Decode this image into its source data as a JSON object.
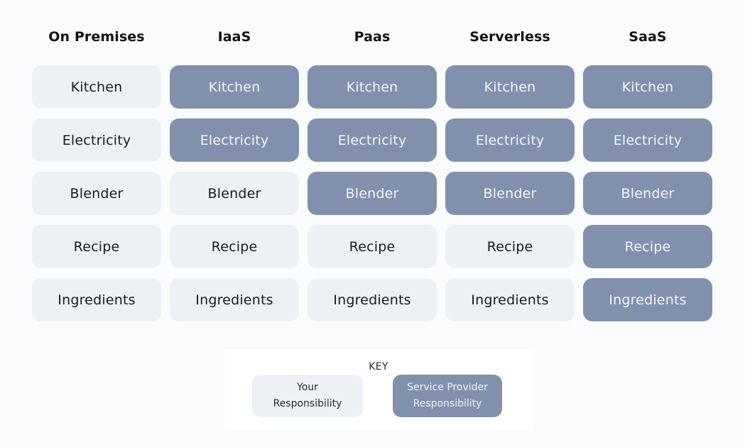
{
  "columns": [
    {
      "header": "On Premises",
      "cells": [
        {
          "label": "Kitchen",
          "owner": "user"
        },
        {
          "label": "Electricity",
          "owner": "user"
        },
        {
          "label": "Blender",
          "owner": "user"
        },
        {
          "label": "Recipe",
          "owner": "user"
        },
        {
          "label": "Ingredients",
          "owner": "user"
        }
      ]
    },
    {
      "header": "IaaS",
      "cells": [
        {
          "label": "Kitchen",
          "owner": "provider"
        },
        {
          "label": "Electricity",
          "owner": "provider"
        },
        {
          "label": "Blender",
          "owner": "user"
        },
        {
          "label": "Recipe",
          "owner": "user"
        },
        {
          "label": "Ingredients",
          "owner": "user"
        }
      ]
    },
    {
      "header": "Paas",
      "cells": [
        {
          "label": "Kitchen",
          "owner": "provider"
        },
        {
          "label": "Electricity",
          "owner": "provider"
        },
        {
          "label": "Blender",
          "owner": "provider"
        },
        {
          "label": "Recipe",
          "owner": "user"
        },
        {
          "label": "Ingredients",
          "owner": "user"
        }
      ]
    },
    {
      "header": "Serverless",
      "cells": [
        {
          "label": "Kitchen",
          "owner": "provider"
        },
        {
          "label": "Electricity",
          "owner": "provider"
        },
        {
          "label": "Blender",
          "owner": "provider"
        },
        {
          "label": "Recipe",
          "owner": "user"
        },
        {
          "label": "Ingredients",
          "owner": "user"
        }
      ]
    },
    {
      "header": "SaaS",
      "cells": [
        {
          "label": "Kitchen",
          "owner": "provider"
        },
        {
          "label": "Electricity",
          "owner": "provider"
        },
        {
          "label": "Blender",
          "owner": "provider"
        },
        {
          "label": "Recipe",
          "owner": "provider"
        },
        {
          "label": "Ingredients",
          "owner": "provider"
        }
      ]
    }
  ],
  "key": {
    "title": "KEY",
    "user_label_line1": "Your",
    "user_label_line2": "Responsibility",
    "provider_label_line1": "Service Provider",
    "provider_label_line2": "Responsibility"
  },
  "colors": {
    "user": "#edf1f5",
    "provider": "#8191ad",
    "background": "#fafbfc"
  }
}
